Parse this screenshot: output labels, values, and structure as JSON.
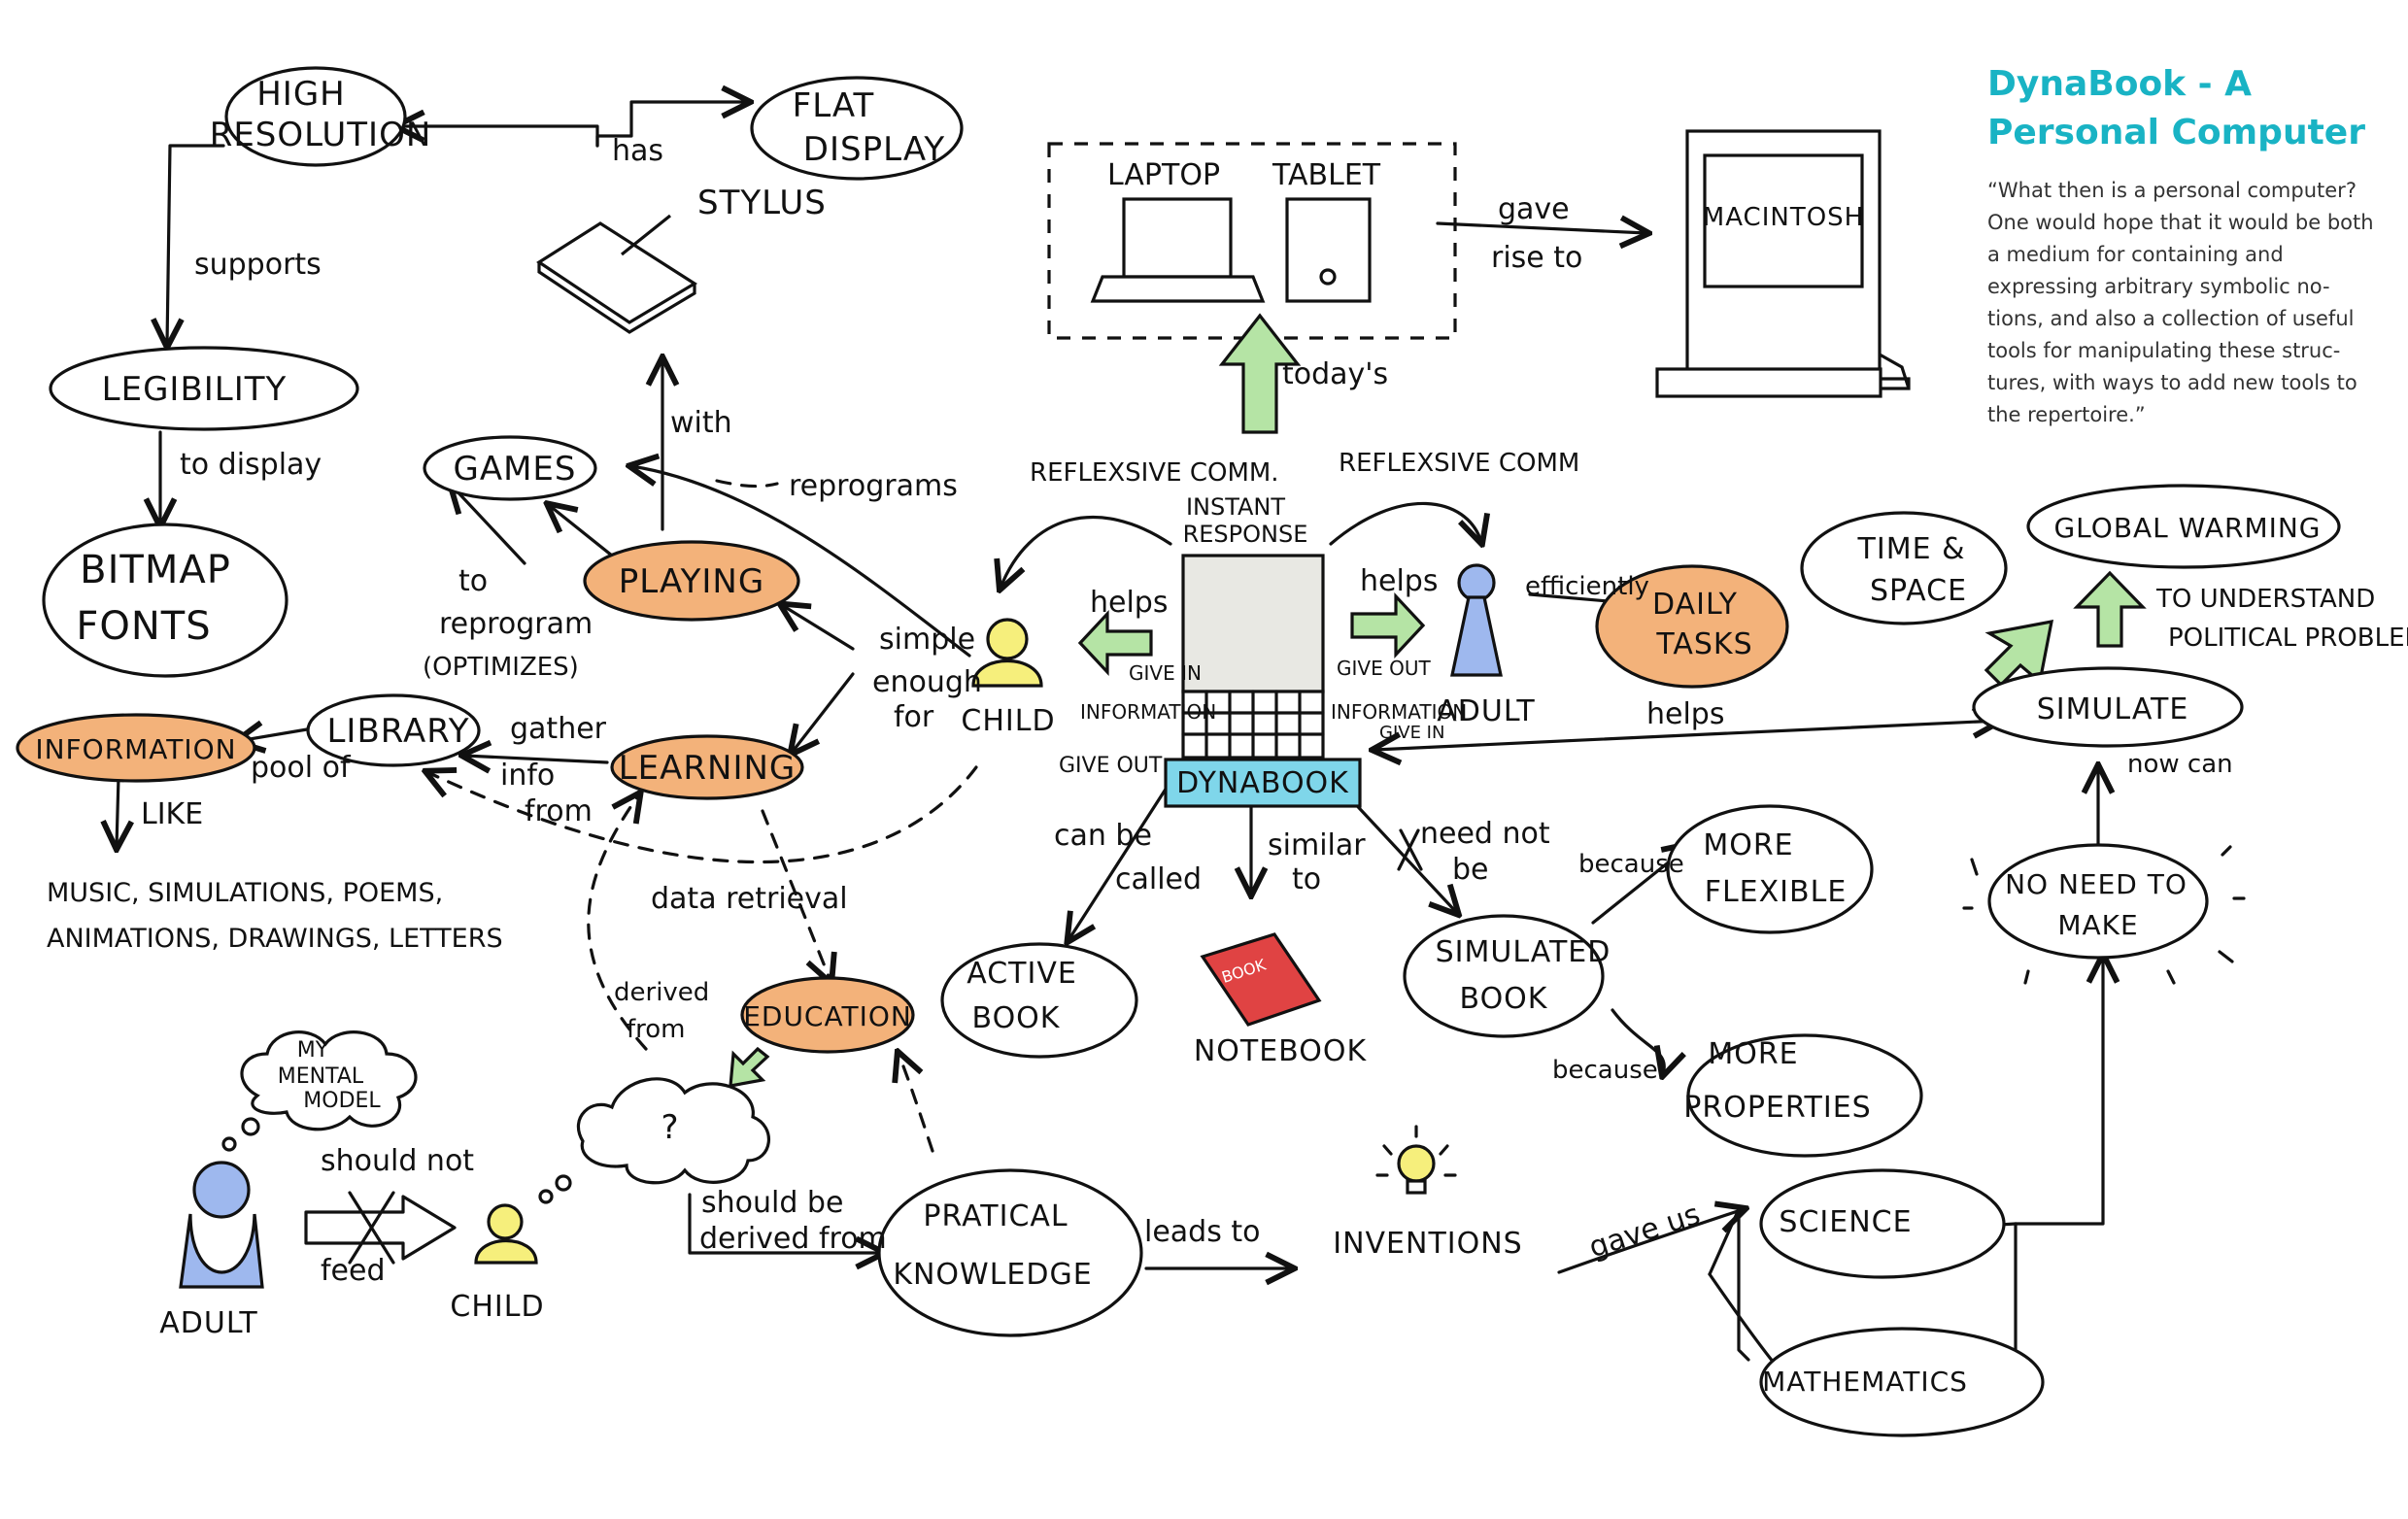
{
  "sidebar": {
    "title": "DynaBook - A Personal Computer",
    "quote": "“What then is a personal computer? One would hope that it would be both a medium for containing and expressing arbitrary symbolic no-tions, and also a collection of useful tools for manipulating these struc-tures, with ways to add new tools to the repertoire.”"
  },
  "nodes": {
    "high_resolution_1": "HIGH",
    "high_resolution_2": "RESOLUTION",
    "flat_display_1": "FLAT",
    "flat_display_2": "DISPLAY",
    "stylus": "STYLUS",
    "legibility": "LEGIBILITY",
    "bitmap_1": "BITMAP",
    "bitmap_2": "FONTS",
    "games": "GAMES",
    "playing": "PLAYING",
    "information": "INFORMATION",
    "library": "LIBRARY",
    "learning": "LEARNING",
    "laptop": "LAPTOP",
    "tablet": "TABLET",
    "macintosh": "MACINTOSH",
    "instant_1": "INSTANT",
    "instant_2": "RESPONSE",
    "dynabook": "DYNABOOK",
    "child_main": "CHILD",
    "adult_main": "ADULT",
    "daily_1": "DAILY",
    "daily_2": "TASKS",
    "time_1": "TIME &",
    "time_2": "SPACE",
    "global_warming": "GLOBAL WARMING",
    "political_1": "TO UNDERSTAND",
    "political_2": "POLITICAL PROBLEMS",
    "simulate": "SIMULATE",
    "no_need_1": "NO NEED TO",
    "no_need_2": "MAKE",
    "active_1": "ACTIVE",
    "active_2": "BOOK",
    "book_cover": "BOOK",
    "notebook": "NOTEBOOK",
    "simulated_1": "SIMULATED",
    "simulated_2": "BOOK",
    "flexible_1": "MORE",
    "flexible_2": "FLEXIBLE",
    "properties_1": "MORE",
    "properties_2": "PROPERTIES",
    "education": "EDUCATION",
    "mental_1": "MY",
    "mental_2": "MENTAL",
    "mental_3": "MODEL",
    "adult_bottom": "ADULT",
    "child_bottom": "CHILD",
    "question": "?",
    "practical_1": "PRATICAL",
    "practical_2": "KNOWLEDGE",
    "inventions": "INVENTIONS",
    "science": "SCIENCE",
    "mathematics": "MATHEMATICS",
    "like_examples_1": "MUSIC, SIMULATIONS, POEMS,",
    "like_examples_2": "ANIMATIONS, DRAWINGS, LETTERS"
  },
  "edges": {
    "has": "has",
    "supports": "supports",
    "to_display": "to display",
    "with": "with",
    "reprograms": "reprograms",
    "to_reprogram_1": "to",
    "to_reprogram_2": "reprogram",
    "to_reprogram_3": "(OPTIMIZES)",
    "pool_of": "pool of",
    "gather_1": "gather",
    "gather_2": "info",
    "gather_3": "from",
    "like": "LIKE",
    "simple_1": "simple",
    "simple_2": "enough",
    "simple_3": "for",
    "gave_rise_1": "gave",
    "gave_rise_2": "rise to",
    "todays": "today's",
    "reflexive_left": "REFLEXSIVE COMM.",
    "reflexive_right": "REFLEXSIVE COMM",
    "helps_left": "helps",
    "helps_right": "helps",
    "efficiently": "efficiently",
    "give_in": "GIVE IN",
    "information_left": "INFORMATION",
    "give_out_right": "GIVE OUT",
    "information_right": "INFORMATION",
    "give_in_right": "GIVE IN",
    "give_out_left": "GIVE OUT",
    "helps_simulate": "helps",
    "now_can": "now can",
    "can_be_1": "can be",
    "can_be_2": "called",
    "similar_1": "similar",
    "similar_2": "to",
    "need_not_1": "need not",
    "need_not_2": "be",
    "because_1": "because",
    "because_2": "because",
    "data_retrieval": "data retrieval",
    "derived_1": "derived",
    "derived_2": "from",
    "should_not": "should not",
    "feed": "feed",
    "should_be_1": "should be",
    "should_be_2": "derived from",
    "leads_to": "leads to",
    "gave_us": "gave us"
  },
  "colors": {
    "orange": "#f3b27a",
    "cyan": "#7fd6ea",
    "yellow": "#f6ef7c",
    "blue": "#9eb8ee",
    "green": "#b5e4a5",
    "red": "#e04343",
    "title": "#19b3c4"
  }
}
